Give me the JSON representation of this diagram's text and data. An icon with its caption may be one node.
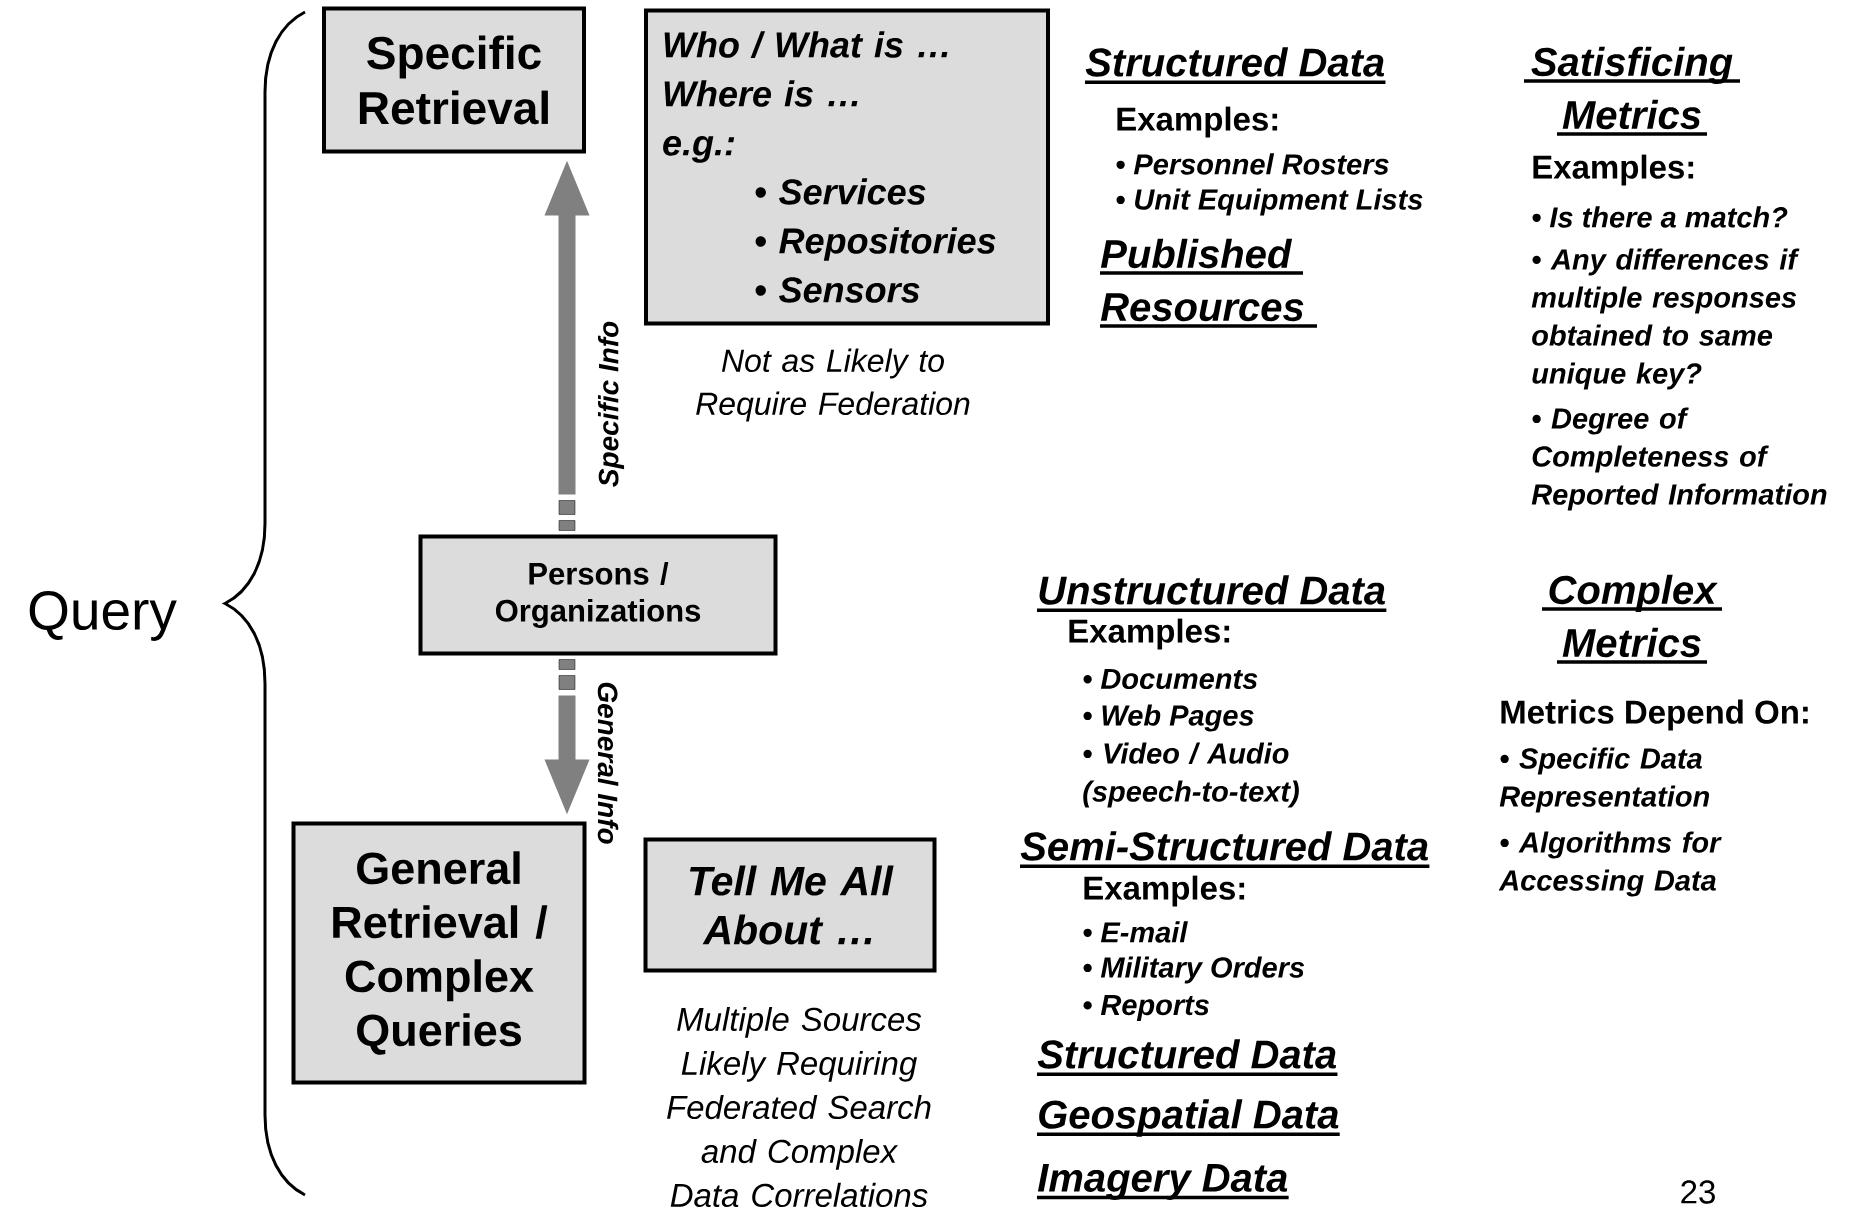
{
  "diagram": {
    "nodes": [
      {
        "text": [
          "Specific Retrieval"
        ]
      },
      {
        "text": [
          "Who / What is …",
          "Where is …",
          "e.g.:",
          "• Services",
          "• Repositories",
          "• Sensors"
        ],
        "beside": [
          "Not as Likely to Require Federation"
        ]
      },
      {
        "text": [
          "Persons / Organizations"
        ]
      },
      {
        "text": [
          "General Retrieval / Complex Queries"
        ]
      },
      {
        "text": [
          "Tell Me All About …"
        ],
        "beside": [
          "Multiple Sources Likely Requiring Federated Search and Complex Data Correlations"
        ]
      }
    ],
    "edges": [
      {
        "from": 2,
        "to": 0,
        "arrow": "to",
        "label": "Specific Info"
      },
      {
        "from": 2,
        "to": 3,
        "arrow": "to",
        "label": "General Info"
      }
    ],
    "labels": [
      "Query",
      "Structured Data",
      "Examples:",
      "• Personnel Rosters",
      "• Unit Equipment Lists",
      "Published Resources",
      "Satisficing Metrics",
      "Examples:",
      "• Is there a match?",
      "• Any differences if multiple responses obtained to same unique key?",
      "• Degree of Completeness of Reported Information",
      "Unstructured Data",
      "Examples:",
      "• Documents",
      "• Web Pages",
      "• Video / Audio (speech-to-text)",
      "Semi-Structured Data",
      "Examples:",
      "• E-mail",
      "• Military Orders",
      "• Reports",
      "Structured Data",
      "Geospatial Data",
      "Imagery Data",
      "Complex Metrics",
      "Metrics Depend On:",
      "• Specific Data Representation",
      "• Algorithms for Accessing Data",
      "23"
    ]
  }
}
